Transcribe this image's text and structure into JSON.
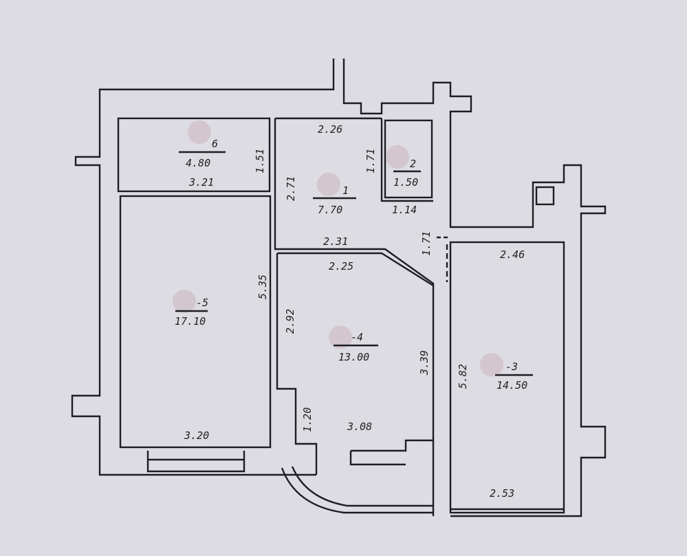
{
  "rooms": [
    {
      "number": "6",
      "area": "4.80"
    },
    {
      "number": "1",
      "area": "7.70"
    },
    {
      "number": "2",
      "area": "1.50"
    },
    {
      "number": "-5",
      "area": "17.10"
    },
    {
      "number": "-4",
      "area": "13.00"
    },
    {
      "number": "-3",
      "area": "14.50"
    }
  ],
  "dimensions": {
    "r6_width": "3.21",
    "r6_height": "1.51",
    "r1_top": "2.26",
    "r1_left": "2.71",
    "r1_right": "1.71",
    "r2_bottom": "1.14",
    "r4_top_outer": "2.31",
    "r4_top": "2.25",
    "door_171": "1.71",
    "r4_left": "2.92",
    "r4_right": "3.39",
    "r4_bottom": "3.08",
    "r4_door": "1.20",
    "r5_height": "5.35",
    "r5_bottom": "3.20",
    "r3_top": "2.46",
    "r3_left": "5.82",
    "r3_bottom": "2.53"
  }
}
